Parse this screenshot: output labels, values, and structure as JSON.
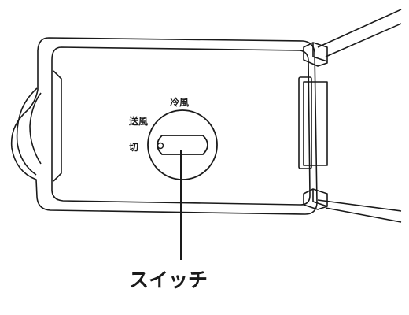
{
  "diagram": {
    "dial_labels": {
      "cooling": "冷風",
      "fan": "送風",
      "off": "切"
    },
    "callout": "スイッチ",
    "line_color": "#1a1a1a",
    "fill_color": "#ffffff"
  }
}
